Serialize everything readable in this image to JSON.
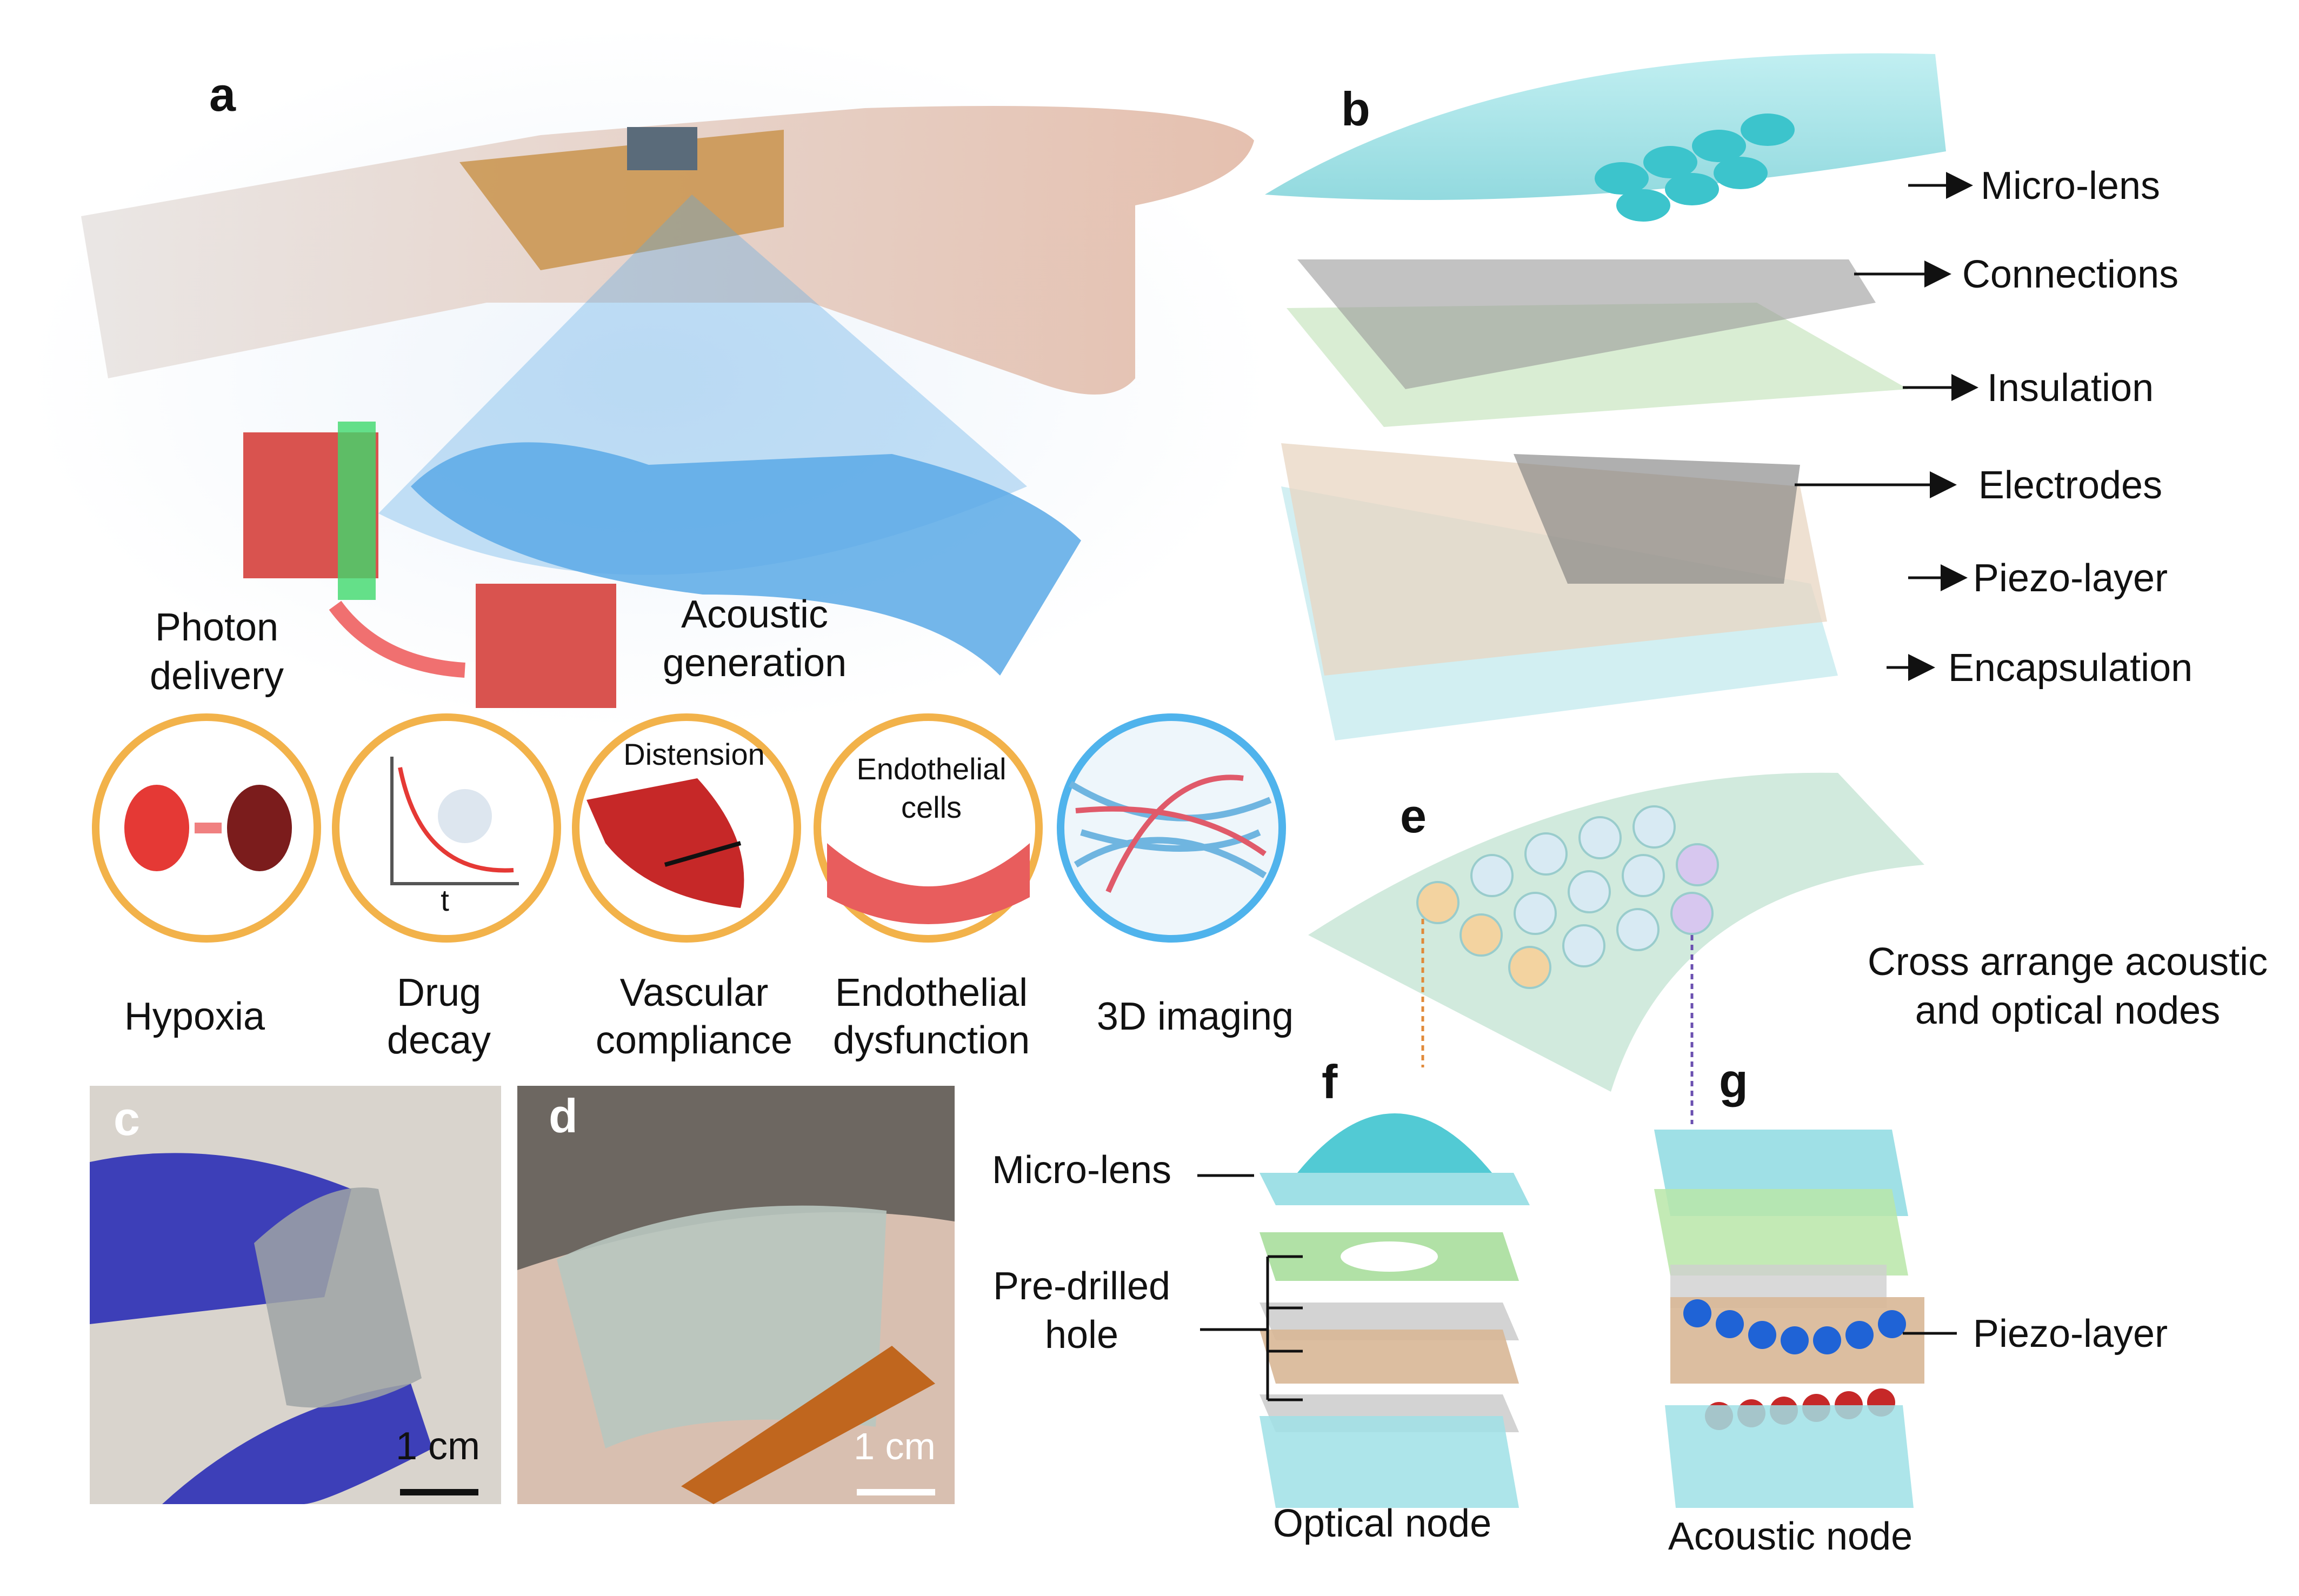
{
  "panels": {
    "a": "a",
    "b": "b",
    "c": "c",
    "d": "d",
    "e": "e",
    "f": "f",
    "g": "g"
  },
  "panel_a": {
    "photon_delivery": [
      "Photon",
      "delivery"
    ],
    "acoustic_generation": [
      "Acoustic",
      "generation"
    ],
    "circles": [
      {
        "label": [
          "Hypoxia"
        ],
        "inner": []
      },
      {
        "label": [
          "Drug",
          "decay"
        ],
        "inner": [
          "t"
        ]
      },
      {
        "label": [
          "Vascular",
          "compliance"
        ],
        "inner": [
          "Distension"
        ]
      },
      {
        "label": [
          "Endothelial",
          "dysfunction"
        ],
        "inner": [
          "Endothelial",
          "cells"
        ]
      },
      {
        "label": [
          "3D imaging"
        ],
        "inner": []
      }
    ]
  },
  "panel_b": {
    "layers": [
      "Micro-lens",
      "Connections",
      "Insulation",
      "Electrodes",
      "Piezo-layer",
      "Encapsulation"
    ]
  },
  "panel_c": {
    "scale": "1 cm"
  },
  "panel_d": {
    "scale": "1 cm"
  },
  "panel_e": {
    "caption": [
      "Cross arrange acoustic",
      "and optical nodes"
    ]
  },
  "panel_f": {
    "micro_lens": "Micro-lens",
    "hole": [
      "Pre-drilled",
      "hole"
    ],
    "title": "Optical node"
  },
  "panel_g": {
    "piezo": "Piezo-layer",
    "title": "Acoustic node"
  },
  "colors": {
    "accent_blue": "#5aa9e6",
    "ring_orange": "#f2b24a",
    "layer_cyan": "#8fdbe0",
    "red": "#d62828"
  }
}
